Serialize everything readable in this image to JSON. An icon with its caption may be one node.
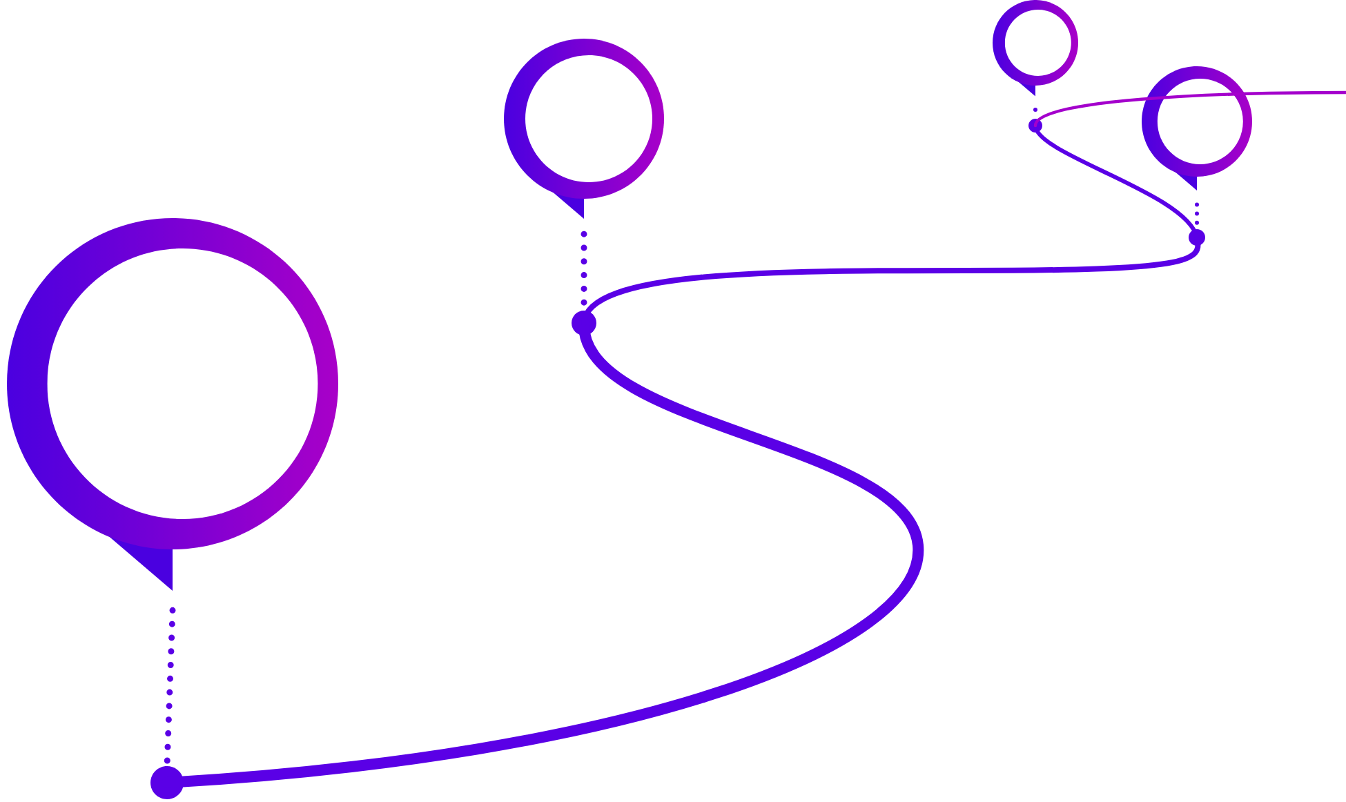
{
  "diagram": {
    "nodes": [
      {
        "text": [],
        "shape": "circle"
      },
      {
        "text": [],
        "shape": "circle"
      },
      {
        "text": [],
        "shape": "circle"
      },
      {
        "text": [],
        "shape": "circle"
      },
      {
        "text": [],
        "shape": "circle"
      },
      {
        "text": [],
        "shape": "circle"
      },
      {
        "text": [],
        "shape": "circle"
      },
      {
        "text": [],
        "shape": "circle"
      }
    ],
    "edges": [
      {
        "from": 0,
        "to": 1,
        "arrow": "none",
        "style": "dashed"
      },
      {
        "from": 2,
        "to": 3,
        "arrow": "none",
        "style": "dashed"
      },
      {
        "from": 4,
        "to": 5,
        "arrow": "none",
        "style": "dashed"
      },
      {
        "from": 6,
        "to": 7,
        "arrow": "none",
        "style": "dashed"
      },
      {
        "from": 1,
        "to": 3,
        "arrow": "none",
        "style": "thick"
      },
      {
        "from": 3,
        "to": 7,
        "arrow": "none"
      },
      {
        "from": 7,
        "to": 5,
        "arrow": "none"
      },
      {
        "from": 5,
        "to": null,
        "arrow": "none",
        "color": "#a400cc"
      }
    ]
  }
}
